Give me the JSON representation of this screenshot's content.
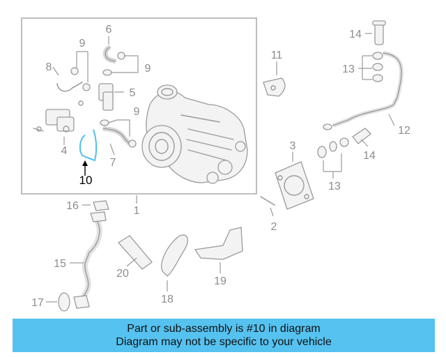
{
  "diagram": {
    "callouts": {
      "c1": "1",
      "c2": "2",
      "c3": "3",
      "c4": "4",
      "c5": "5",
      "c6": "6",
      "c7": "7",
      "c8": "8",
      "c9a": "9",
      "c9b": "9",
      "c9c": "9",
      "c10": "10",
      "c11": "11",
      "c12": "12",
      "c13a": "13",
      "c13b": "13",
      "c14a": "14",
      "c14b": "14",
      "c15": "15",
      "c16": "16",
      "c17": "17",
      "c18": "18",
      "c19": "19",
      "c20": "20"
    },
    "highlighted_part": "10",
    "colors": {
      "highlight": "#55c2f0",
      "parts": "#9a9a9a"
    }
  },
  "banner": {
    "line1": "Part or sub-assembly is #10 in diagram",
    "line2": "Diagram may not be specific to your vehicle"
  }
}
